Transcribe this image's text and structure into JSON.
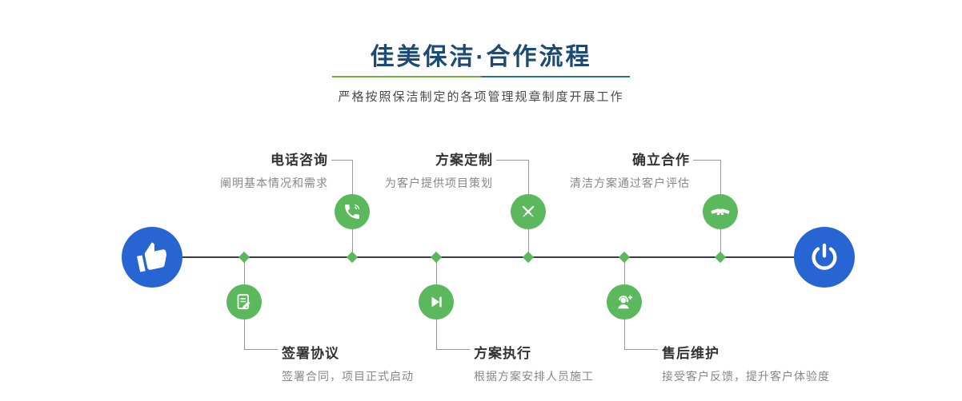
{
  "header": {
    "title": "佳美保洁·合作流程",
    "subtitle": "严格按照保洁制定的各项管理规章制度开展工作"
  },
  "flow": {
    "top_steps": [
      {
        "title": "电话咨询",
        "desc": "阐明基本情况和需求",
        "icon": "phone-icon"
      },
      {
        "title": "方案定制",
        "desc": "为客户提供项目策划",
        "icon": "design-icon"
      },
      {
        "title": "确立合作",
        "desc": "清洁方案通过客户评估",
        "icon": "handshake-icon"
      }
    ],
    "bottom_steps": [
      {
        "title": "签署协议",
        "desc": "签署合同，项目正式启动",
        "icon": "contract-icon"
      },
      {
        "title": "方案执行",
        "desc": "根据方案安排人员施工",
        "icon": "play-icon"
      },
      {
        "title": "售后维护",
        "desc": "接受客户反馈，提升客户体验度",
        "icon": "support-icon"
      }
    ],
    "start_icon": "hand-pointer-icon",
    "end_icon": "power-icon"
  },
  "colors": {
    "accent_green": "#5cb85c",
    "accent_blue": "#2766d2",
    "title_navy": "#1a4a75",
    "underline_green": "#76ad3b",
    "underline_blue": "#2e6da4"
  }
}
